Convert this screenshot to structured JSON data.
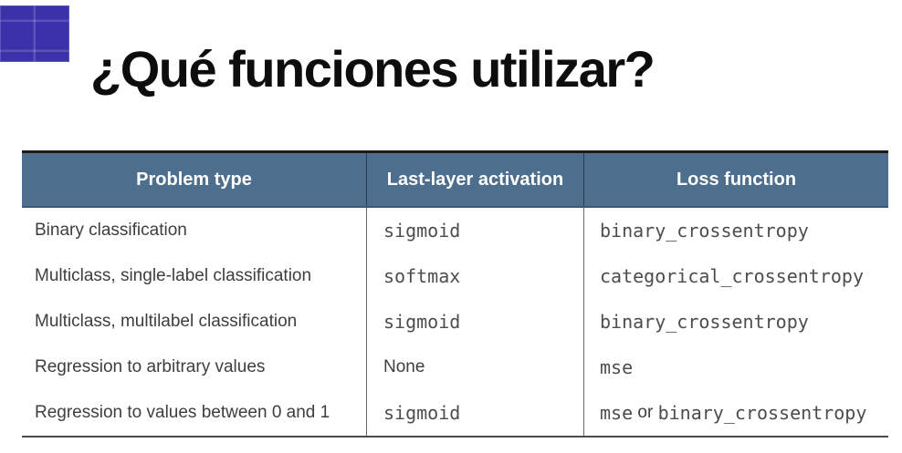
{
  "page": {
    "title": "¿Qué funciones utilizar?"
  },
  "colors": {
    "logo_indigo": "#3b31a8",
    "table_header_bg": "#4d6e8c",
    "table_header_text": "#ffffff",
    "table_top_border": "#1b1b1b",
    "body_text": "#3e3e3e",
    "code_text": "#4d4d4d"
  },
  "table": {
    "headers": [
      "Problem type",
      "Last-layer activation",
      "Loss function"
    ],
    "rows": [
      {
        "problem": "Binary classification",
        "activation": "sigmoid",
        "loss_code1": "binary_crossentropy",
        "loss_sep": "",
        "loss_code2": ""
      },
      {
        "problem": "Multiclass, single-label classification",
        "activation": "softmax",
        "loss_code1": "categorical_crossentropy",
        "loss_sep": "",
        "loss_code2": ""
      },
      {
        "problem": "Multiclass, multilabel classification",
        "activation": "sigmoid",
        "loss_code1": "binary_crossentropy",
        "loss_sep": "",
        "loss_code2": ""
      },
      {
        "problem": "Regression to arbitrary values",
        "activation": "None",
        "loss_code1": "mse",
        "loss_sep": "",
        "loss_code2": ""
      },
      {
        "problem": "Regression to values between 0 and 1",
        "activation": "sigmoid",
        "loss_code1": "mse",
        "loss_sep": " or ",
        "loss_code2": "binary_crossentropy"
      }
    ]
  }
}
